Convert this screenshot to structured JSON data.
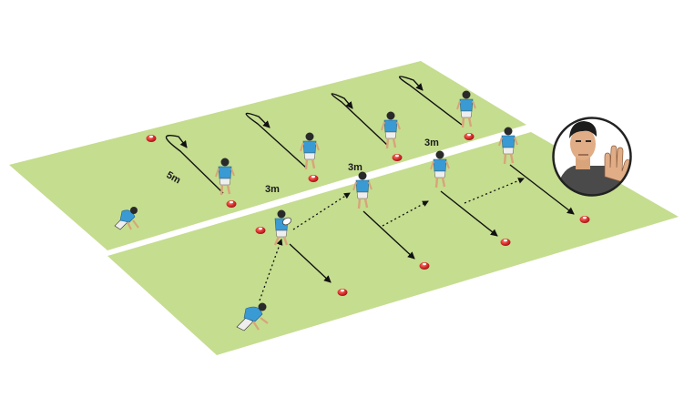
{
  "diagram": {
    "distance_labels": {
      "five_m": "5m",
      "three_m_a": "3m",
      "three_m_b": "3m",
      "three_m_c": "3m"
    },
    "colors": {
      "pitch": "#c5dd8f",
      "pitch_edge": "#b2cc78",
      "cone": "#d42a2a",
      "jersey": "#3a9ad3",
      "shorts": "#eeeeee",
      "coach_shirt": "#4a4a4a"
    },
    "icons": [
      "cone-marker",
      "rugby-player",
      "rugby-ball",
      "coach-portrait",
      "raised-hand"
    ]
  }
}
